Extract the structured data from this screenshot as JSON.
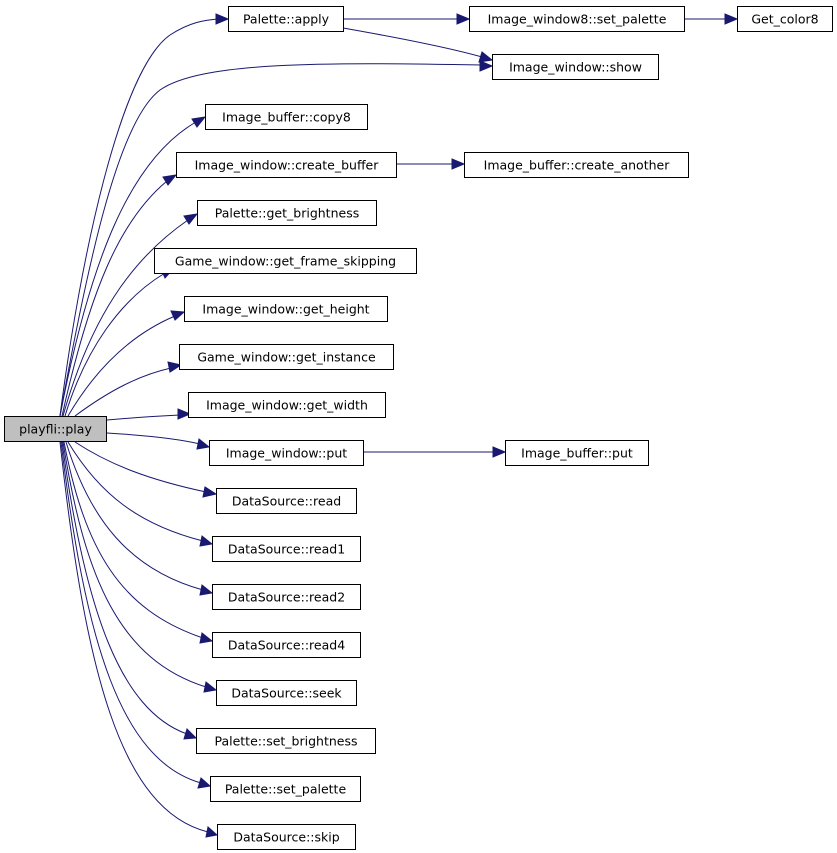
{
  "diagram": {
    "colors": {
      "edge": "#191970",
      "node_border": "#000000",
      "node_fill": "#ffffff",
      "root_fill": "#bfbfbf"
    },
    "nodes": {
      "play": "playfli::play",
      "apply": "Palette::apply",
      "set_palette8": "Image_window8::set_palette",
      "get_color8": "Get_color8",
      "show": "Image_window::show",
      "copy8": "Image_buffer::copy8",
      "create_buffer": "Image_window::create_buffer",
      "create_another": "Image_buffer::create_another",
      "get_brightness": "Palette::get_brightness",
      "get_frame_skipping": "Game_window::get_frame_skipping",
      "get_height": "Image_window::get_height",
      "get_instance": "Game_window::get_instance",
      "get_width": "Image_window::get_width",
      "iw_put": "Image_window::put",
      "ib_put": "Image_buffer::put",
      "read": "DataSource::read",
      "read1": "DataSource::read1",
      "read2": "DataSource::read2",
      "read4": "DataSource::read4",
      "seek": "DataSource::seek",
      "set_brightness": "Palette::set_brightness",
      "set_palette": "Palette::set_palette",
      "skip": "DataSource::skip"
    }
  }
}
